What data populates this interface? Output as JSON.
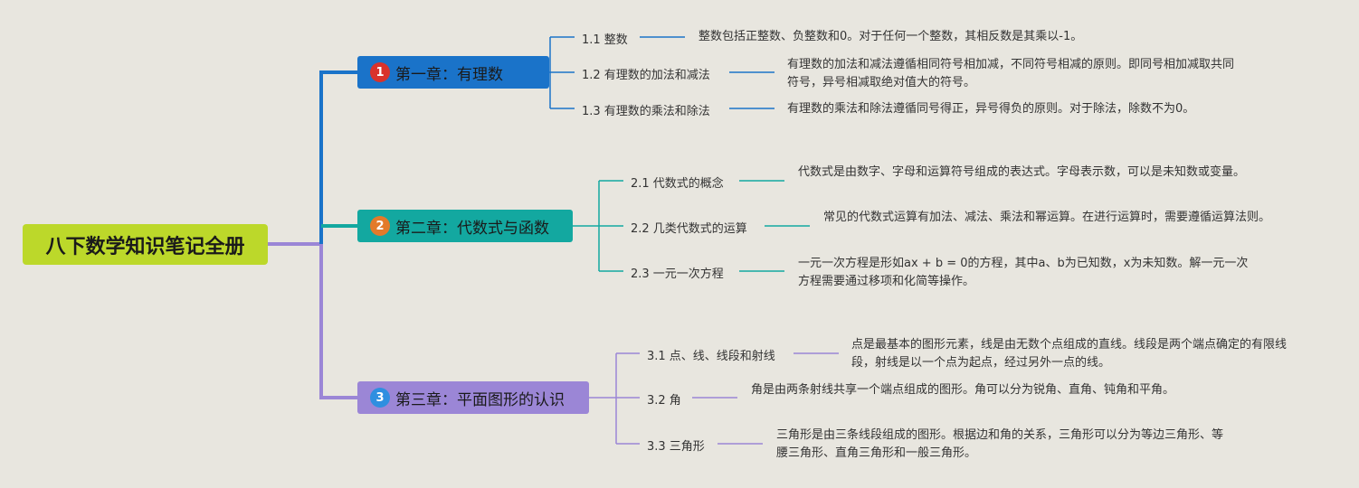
{
  "root": {
    "title": "八下数学知识笔记全册",
    "color": "#bcd82a"
  },
  "chapters": [
    {
      "number": "1",
      "title": "第一章：有理数",
      "color": "#1a73c9",
      "badge_color": "#d9322b",
      "sections": [
        {
          "title": "1.1 整数",
          "desc": "整数包括正整数、负整数和0。对于任何一个整数，其相反数是其乘以-1。"
        },
        {
          "title": "1.2 有理数的加法和减法",
          "desc": "有理数的加法和减法遵循相同符号相加减，不同符号相减的原则。即同号相加减取共同符号，异号相减取绝对值大的符号。"
        },
        {
          "title": "1.3 有理数的乘法和除法",
          "desc": "有理数的乘法和除法遵循同号得正，异号得负的原则。对于除法，除数不为0。"
        }
      ]
    },
    {
      "number": "2",
      "title": "第二章：代数式与函数",
      "color": "#13a8a0",
      "badge_color": "#e37a2a",
      "sections": [
        {
          "title": "2.1 代数式的概念",
          "desc": "代数式是由数字、字母和运算符号组成的表达式。字母表示数，可以是未知数或变量。"
        },
        {
          "title": "2.2 几类代数式的运算",
          "desc": "常见的代数式运算有加法、减法、乘法和幂运算。在进行运算时，需要遵循运算法则。"
        },
        {
          "title": "2.3 一元一次方程",
          "desc": "一元一次方程是形如ax + b = 0的方程，其中a、b为已知数，x为未知数。解一元一次方程需要通过移项和化简等操作。"
        }
      ]
    },
    {
      "number": "3",
      "title": "第三章：平面图形的认识",
      "color": "#9b86d6",
      "badge_color": "#2f8fe0",
      "sections": [
        {
          "title": "3.1 点、线、线段和射线",
          "desc": "点是最基本的图形元素，线是由无数个点组成的直线。线段是两个端点确定的有限线段，射线是以一个点为起点，经过另外一点的线。"
        },
        {
          "title": "3.2 角",
          "desc": "角是由两条射线共享一个端点组成的图形。角可以分为锐角、直角、钝角和平角。"
        },
        {
          "title": "3.3 三角形",
          "desc": "三角形是由三条线段组成的图形。根据边和角的关系，三角形可以分为等边三角形、等腰三角形、直角三角形和一般三角形。"
        }
      ]
    }
  ]
}
